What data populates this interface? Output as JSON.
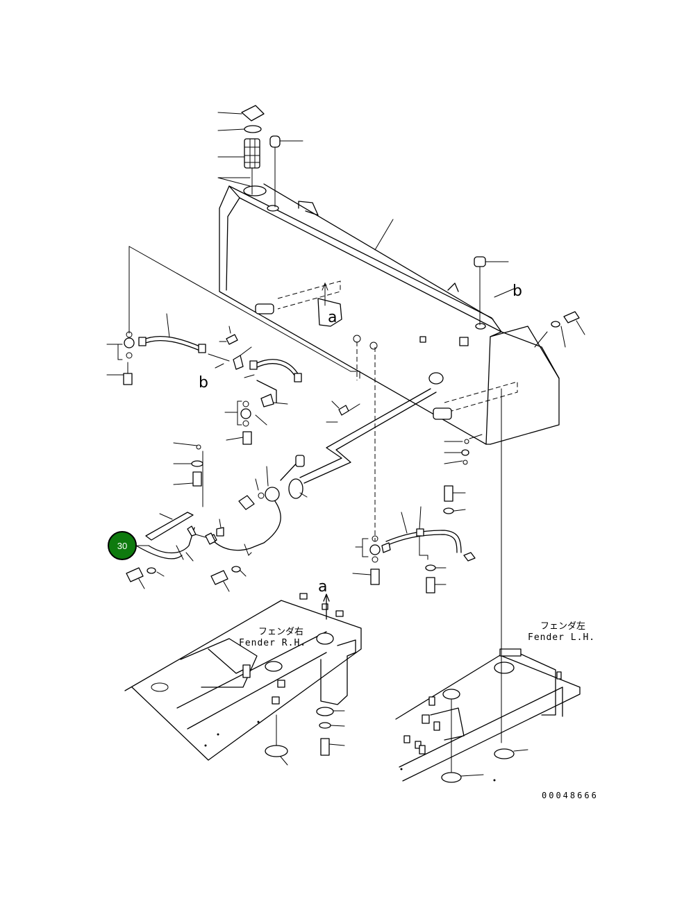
{
  "view_labels": {
    "a_top": "a",
    "b_right": "b",
    "b_left": "b",
    "a_bottom": "a"
  },
  "fender_rh": {
    "jp": "フェンダ右",
    "en": "Fender R.H."
  },
  "fender_lh": {
    "jp": "フェンダ左",
    "en": "Fender L.H."
  },
  "callout": {
    "number": "30",
    "color": "#0e7a0e",
    "ring_color": "#000000"
  },
  "drawing_number": "00048666"
}
